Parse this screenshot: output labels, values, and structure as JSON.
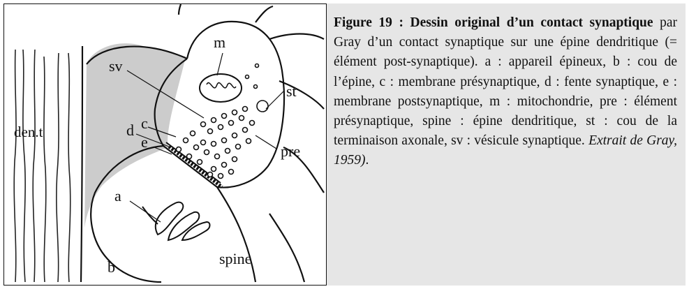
{
  "figure": {
    "labels": {
      "m": "m",
      "sv": "sv",
      "st": "st",
      "d": "d",
      "c": "c",
      "e": "e",
      "pre": "pre",
      "den_t": "den.t",
      "a": "a",
      "b": "b",
      "spine": "spine"
    }
  },
  "caption": {
    "title_bold": "Figure 19 : Dessin original d’un contact synaptique",
    "body": " par Gray d’un contact synaptique sur une épine dendritique (= élément post-synaptique). a : appareil épineux, b : cou de l’épine, c : membrane présynaptique, d : fente synaptique, e : membrane postsynaptique, m : mitochondrie, pre : élément présynaptique, spine : épine dendritique, st : cou de la terminaison axonale, sv : vésicule synaptique. ",
    "source_italic": "Extrait de Gray, 1959)",
    "end": "."
  }
}
